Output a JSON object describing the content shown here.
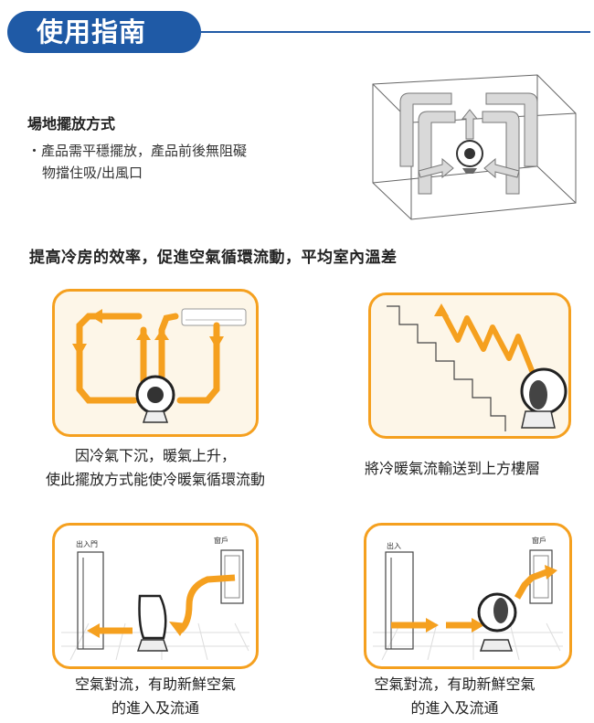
{
  "header": {
    "title": "使用指南"
  },
  "placement": {
    "heading": "場地擺放方式",
    "bullet_mark": "・",
    "bullet_line1": "產品需平穩擺放，產品前後無阻礙",
    "bullet_line2": "物擋住吸/出風口"
  },
  "efficiency": {
    "heading": "提高冷房的效率，促進空氣循環流動，平均室內溫差"
  },
  "panels": {
    "p1": {
      "caption_line1": "因冷氣下沉，暖氣上升，",
      "caption_line2": "使此擺放方式能使冷暖氣循環流動"
    },
    "p2": {
      "caption": "將冷暖氣流輸送到上方樓層"
    },
    "p3": {
      "door_label": "出入門",
      "window_label": "窗戶",
      "caption_line1": "空氣對流，有助新鮮空氣",
      "caption_line2": "的進入及流通"
    },
    "p4": {
      "door_label": "出入",
      "window_label": "窗戶",
      "caption_line1": "空氣對流，有助新鮮空氣",
      "caption_line2": "的進入及流通"
    }
  },
  "colors": {
    "accent": "#1f5aa6",
    "arrow": "#f5a01f",
    "panel_bg": "#fdf6e8"
  }
}
